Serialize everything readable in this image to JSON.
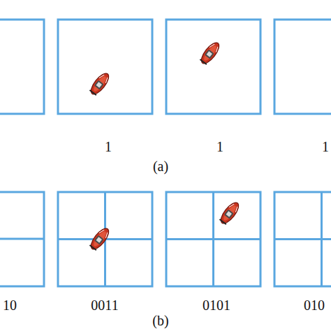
{
  "diagram": {
    "labels": [
      "1",
      "1",
      "1",
      "(a)",
      "10",
      "0011",
      "0101",
      "010",
      "(b)"
    ]
  }
}
